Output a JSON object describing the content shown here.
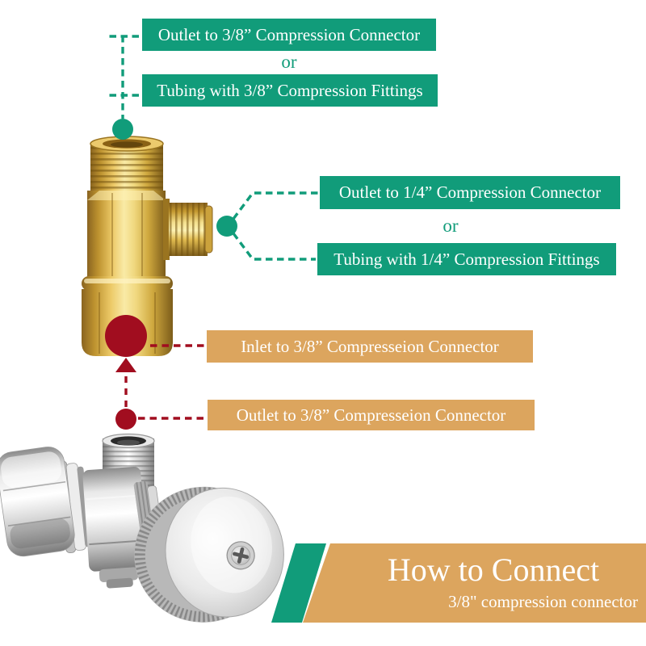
{
  "palette": {
    "teal": "#119C7A",
    "tan": "#DCA55E",
    "red": "#A10D1F",
    "white": "#FFFFFF"
  },
  "callouts": {
    "top": {
      "option1": "Outlet to 3/8” Compression Connector",
      "conjunction": "or",
      "option2": "Tubing with 3/8” Compression Fittings"
    },
    "side": {
      "option1": "Outlet to 1/4” Compression Connector",
      "conjunction": "or",
      "option2": "Tubing with 1/4” Compression Fittings"
    },
    "inlet": "Inlet to 3/8” Compresseion Connector",
    "outlet": "Outlet to 3/8” Compresseion Connector"
  },
  "footer": {
    "title": "How to Connect",
    "subtitle": "3/8\" compression connector"
  },
  "images": {
    "tee_fitting": "brass-tee-compression-adapter",
    "angle_valve": "chrome-angle-stop-valve"
  }
}
